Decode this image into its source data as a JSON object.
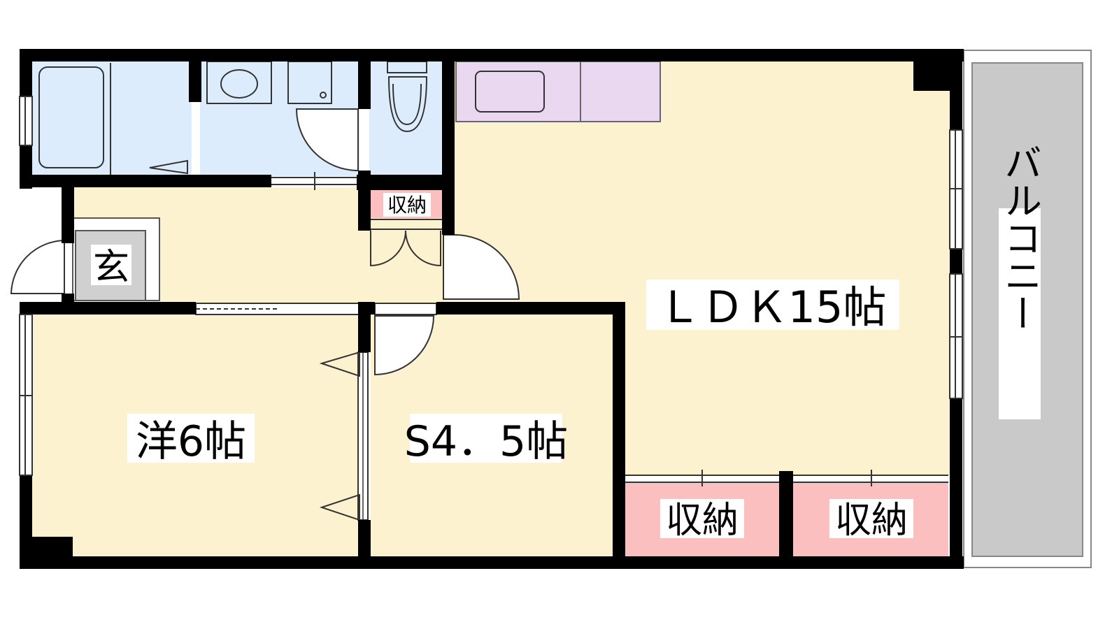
{
  "rooms": {
    "ldk": "ＬＤＫ15帖",
    "western": "洋6帖",
    "service": "S4．5帖",
    "entrance": "玄",
    "balcony": "バルコニー",
    "storage_small": "収納",
    "storage_1": "収納",
    "storage_2": "収納"
  },
  "colors": {
    "wall": "#000000",
    "living_floor": "#fdf2cf",
    "wet_area": "#dcecfc",
    "kitchen": "#ead8f1",
    "storage": "#fbbfc0",
    "entrance_floor": "#d0d0d0",
    "balcony": "#c9c9c9"
  }
}
